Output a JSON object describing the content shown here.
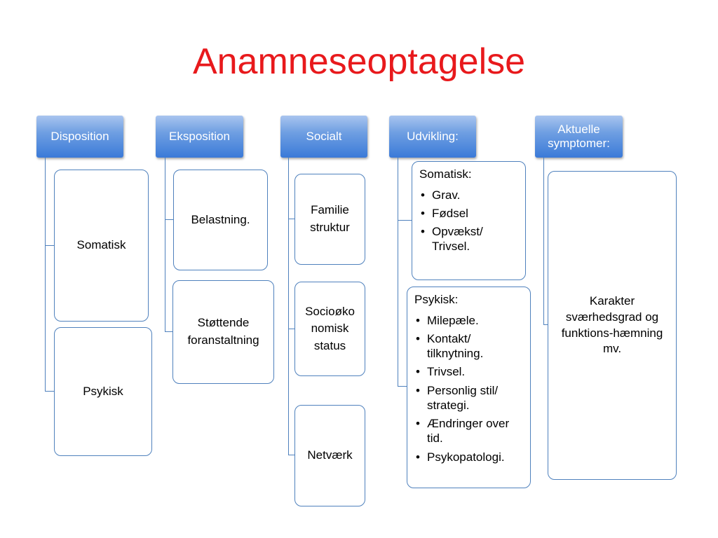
{
  "title": "Anamneseoptagelse",
  "colors": {
    "title": "#e8191c",
    "header": "#3b7ad8",
    "line": "#4f81bd"
  },
  "columns": {
    "disposition": {
      "header": "Disposition",
      "items": [
        "Somatisk",
        "Psykisk"
      ]
    },
    "eksposition": {
      "header": "Eksposition",
      "items": [
        "Belastning.",
        "Støttende foranstaltning"
      ]
    },
    "socialt": {
      "header": "Socialt",
      "items": [
        "Familie struktur",
        "Socioøko nomisk status",
        "Netværk"
      ]
    },
    "udvikling": {
      "header": "Udvikling:",
      "somatisk": {
        "heading": "Somatisk:",
        "bullets": [
          "Grav.",
          "Fødsel",
          "Opvækst/ Trivsel."
        ]
      },
      "psykisk": {
        "heading": "Psykisk:",
        "bullets": [
          "Milepæle.",
          "Kontakt/ tilknytning.",
          "Trivsel.",
          "Personlig stil/ strategi.",
          "Ændringer over tid.",
          "Psykopatologi."
        ]
      }
    },
    "aktuelle": {
      "header": "Aktuelle symptomer:",
      "items": [
        "Karakter sværhedsgrad og funktions-hæmning mv."
      ]
    }
  }
}
